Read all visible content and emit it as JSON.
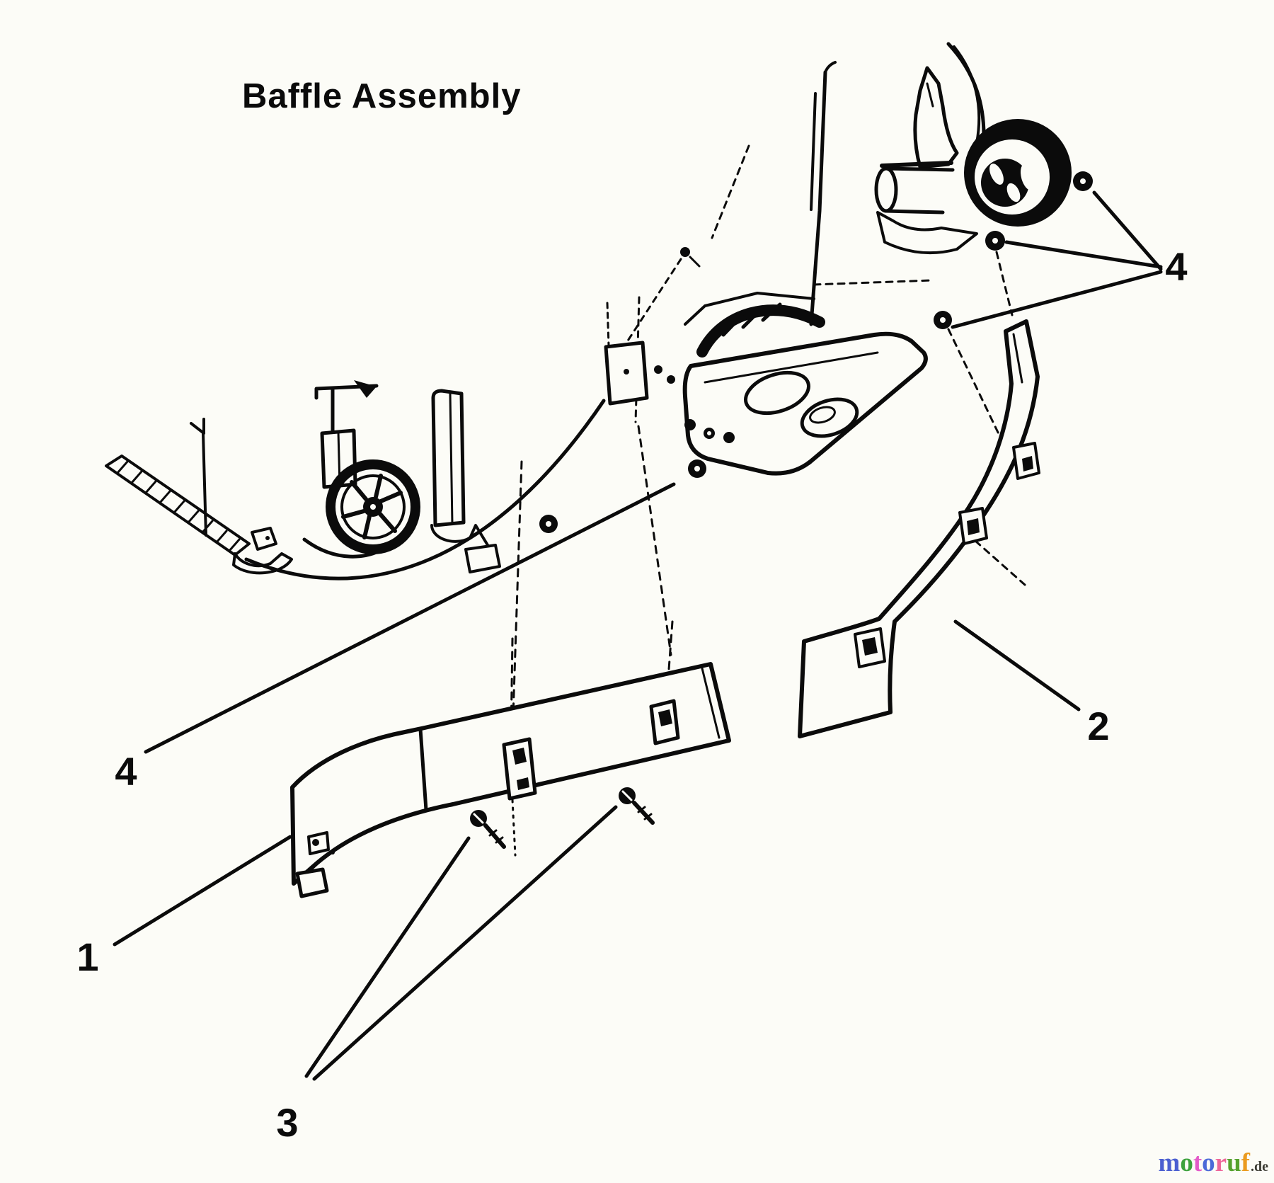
{
  "colors": {
    "ink": "#0b0b0b",
    "background": "#fcfcf7"
  },
  "header": {
    "title": "Baffle Assembly"
  },
  "callouts": {
    "part1": "1",
    "part2": "2",
    "part3": "3",
    "part4_left": "4",
    "part4_right": "4"
  },
  "watermark": {
    "letters": [
      "m",
      "o",
      "t",
      "o",
      "r",
      "u",
      "f"
    ],
    "letter_colors": [
      "#4b5fd0",
      "#3da23d",
      "#e35bc8",
      "#4b6ad8",
      "#ee6699",
      "#56a22e",
      "#eb9b1f"
    ],
    "tld": ".de",
    "tld_color": "#3c3c34"
  }
}
